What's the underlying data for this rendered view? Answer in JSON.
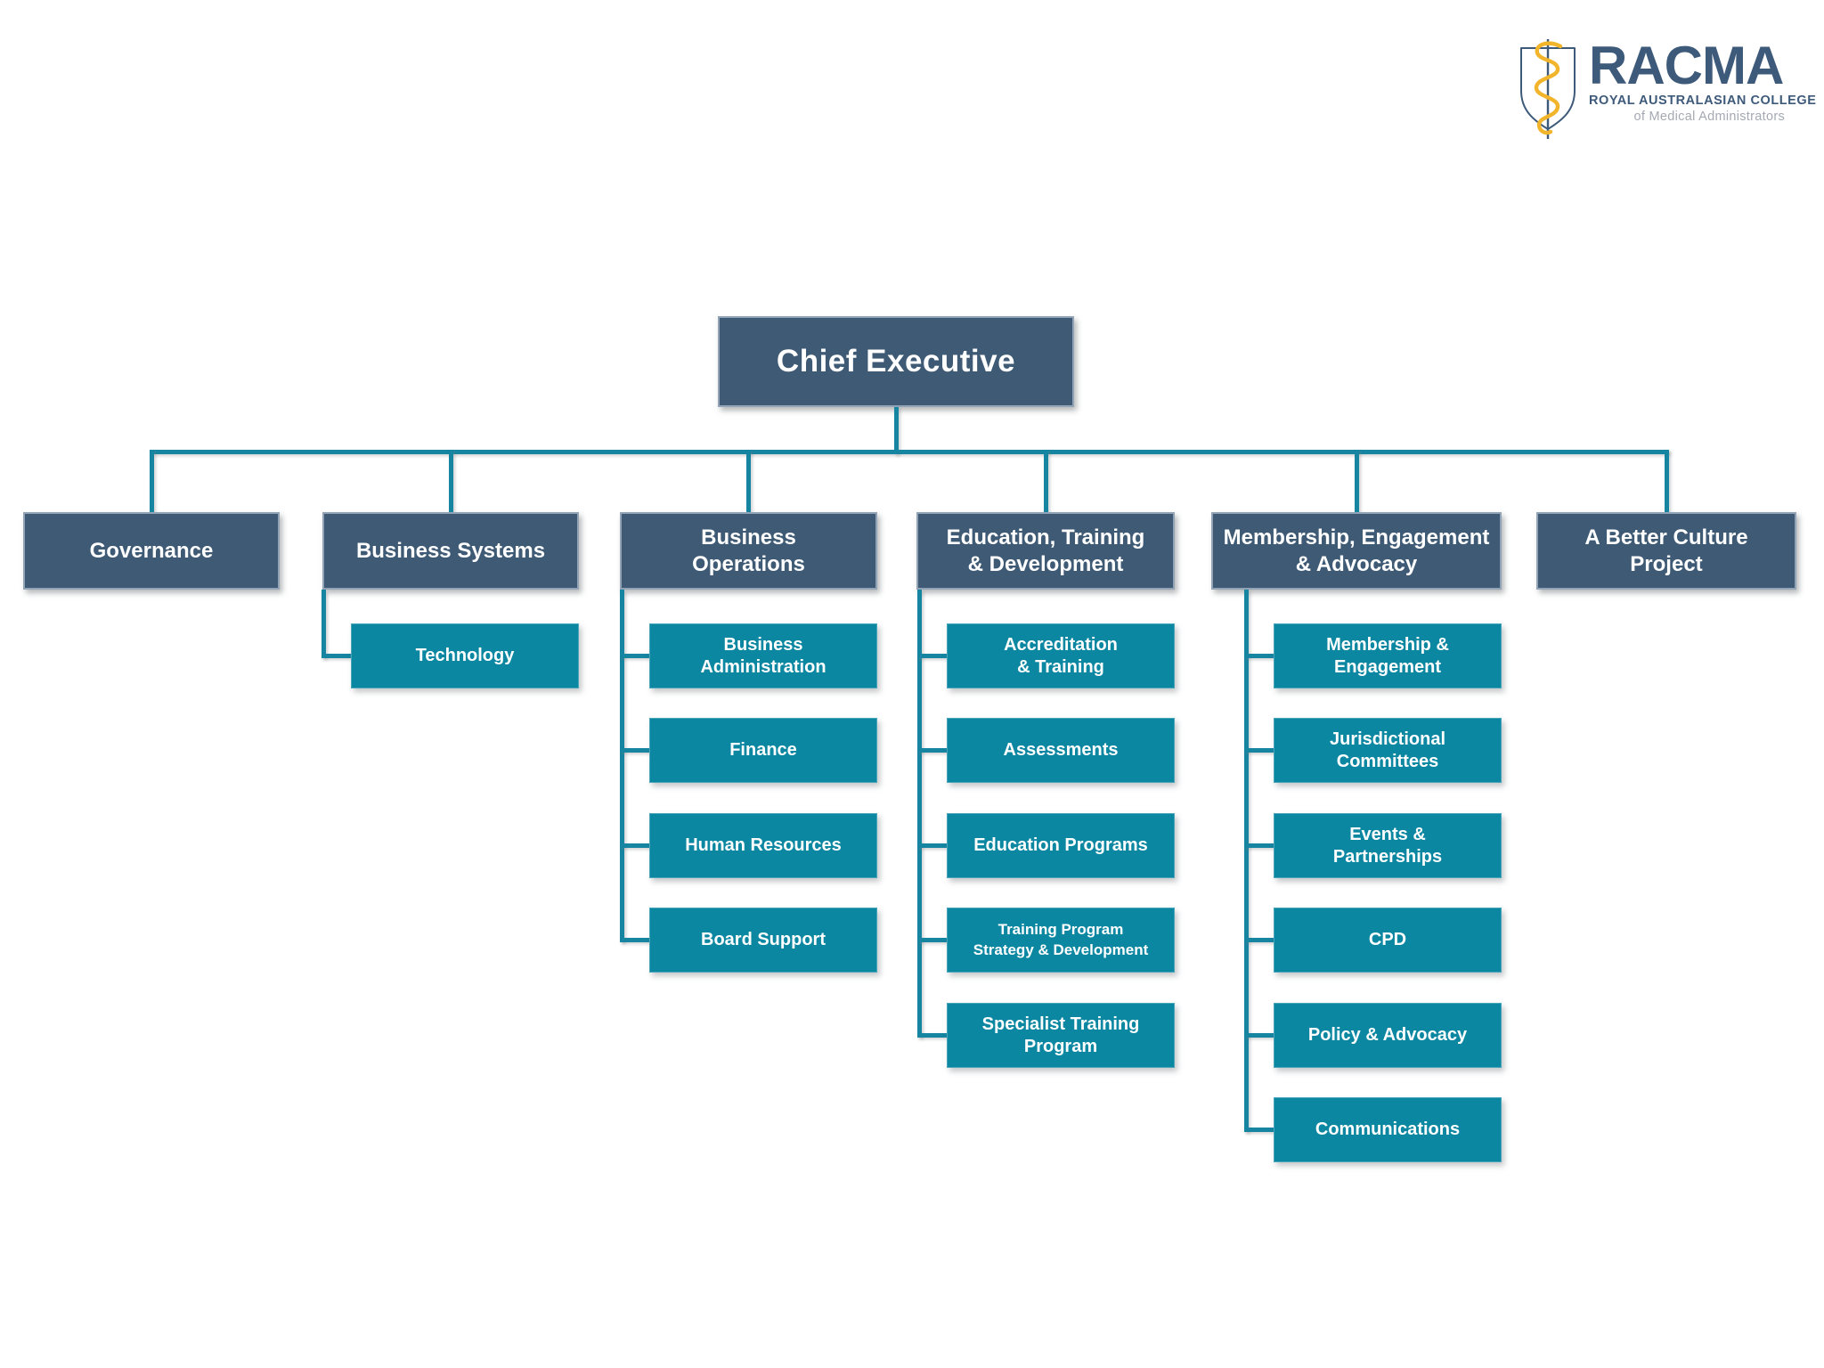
{
  "logo": {
    "acronym": "RACMA",
    "name_line1": "ROYAL AUSTRALASIAN COLLEGE",
    "name_line2": "of Medical Administrators",
    "icon": "shield-caduceus-icon"
  },
  "colors": {
    "primary_box": "#3e5a75",
    "secondary_box": "#0c87a2",
    "connector": "#1585a1",
    "box_text": "#ffffff",
    "logo_navy": "#3e5a7a",
    "logo_gold": "#f2b42b",
    "logo_gray": "#a4a9b3",
    "background": "#ffffff"
  },
  "org_chart": {
    "root": {
      "id": "chief-executive",
      "label": "Chief Executive"
    },
    "columns": [
      {
        "id": "governance",
        "label": "Governance",
        "children": []
      },
      {
        "id": "business-systems",
        "label": "Business Systems",
        "children": [
          {
            "id": "technology",
            "label": "Technology"
          }
        ]
      },
      {
        "id": "business-operations",
        "label": "Business\nOperations",
        "children": [
          {
            "id": "business-administration",
            "label": "Business\nAdministration"
          },
          {
            "id": "finance",
            "label": "Finance"
          },
          {
            "id": "human-resources",
            "label": "Human Resources"
          },
          {
            "id": "board-support",
            "label": "Board Support"
          }
        ]
      },
      {
        "id": "education-training-development",
        "label": "Education, Training\n& Development",
        "children": [
          {
            "id": "accreditation-training",
            "label": "Accreditation\n& Training"
          },
          {
            "id": "assessments",
            "label": "Assessments"
          },
          {
            "id": "education-programs",
            "label": "Education Programs"
          },
          {
            "id": "training-program-strategy-development",
            "label": "Training Program\nStrategy & Development"
          },
          {
            "id": "specialist-training-program",
            "label": "Specialist Training\nProgram"
          }
        ]
      },
      {
        "id": "membership-engagement-advocacy",
        "label": "Membership, Engagement\n& Advocacy",
        "children": [
          {
            "id": "membership-engagement",
            "label": "Membership &\nEngagement"
          },
          {
            "id": "jurisdictional-committees",
            "label": "Jurisdictional\nCommittees"
          },
          {
            "id": "events-partnerships",
            "label": "Events &\nPartnerships"
          },
          {
            "id": "cpd",
            "label": "CPD"
          },
          {
            "id": "policy-advocacy",
            "label": "Policy & Advocacy"
          },
          {
            "id": "communications",
            "label": "Communications"
          }
        ]
      },
      {
        "id": "a-better-culture-project",
        "label": "A Better Culture\nProject",
        "children": []
      }
    ]
  }
}
